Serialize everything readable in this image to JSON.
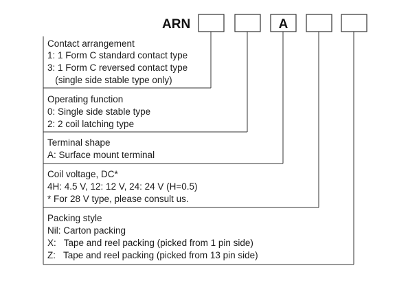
{
  "part_number": {
    "prefix": "ARN",
    "boxes": [
      "",
      "",
      "A",
      "",
      ""
    ]
  },
  "sections": [
    {
      "title": "Contact arrangement",
      "lines": [
        "1: 1 Form C standard contact type",
        "3: 1 Form C reversed contact type",
        "   (single side stable type only)"
      ]
    },
    {
      "title": "Operating function",
      "lines": [
        "0: Single side stable type",
        "2: 2 coil latching type"
      ]
    },
    {
      "title": "Terminal shape",
      "lines": [
        "A: Surface mount terminal"
      ]
    },
    {
      "title": "Coil voltage, DC*",
      "lines": [
        "4H: 4.5 V, 12: 12 V, 24: 24 V (H=0.5)",
        "* For 28 V type, please consult us."
      ]
    },
    {
      "title": "Packing style",
      "lines": [
        "Nil: Carton packing",
        "X:   Tape and reel packing (picked from 1 pin side)",
        "Z:   Tape and reel packing (picked from 13 pin side)"
      ]
    }
  ]
}
